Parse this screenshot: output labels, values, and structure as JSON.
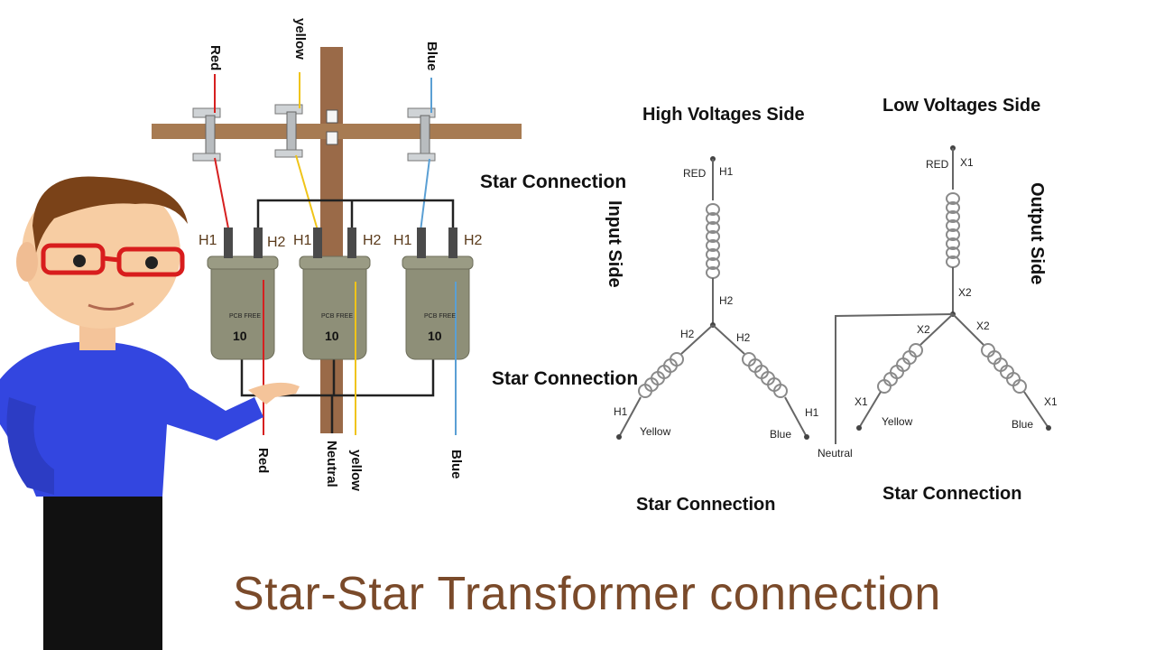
{
  "caption": "Star-Star Transformer connection",
  "colors": {
    "red": "#d62020",
    "yellow": "#f0c419",
    "blue": "#5a9fd4",
    "pole": "#9a6a48",
    "crossarm": "#a77b52",
    "tank": "#8e8f78",
    "caption": "#7a4a2a",
    "shirt": "#3346e0"
  },
  "pole_wires": {
    "top_red": "Red",
    "top_yellow": "yellow",
    "top_blue": "Blue",
    "bottom_red": "Red",
    "bottom_neutral": "Neutral",
    "bottom_yellow": "yellow",
    "bottom_blue": "Blue"
  },
  "transformers": [
    {
      "h1": "H1",
      "h2": "H2",
      "rating": "10",
      "tag": "PCB FREE"
    },
    {
      "h1": "H1",
      "h2": "H2",
      "rating": "10",
      "tag": "PCB FREE"
    },
    {
      "h1": "H1",
      "h2": "H2",
      "rating": "10",
      "tag": "PCB FREE"
    }
  ],
  "labels": {
    "star_connection_1": "Star Connection",
    "star_connection_2": "Star Connection",
    "input_side": "Input Side",
    "output_side": "Output Side"
  },
  "high_side": {
    "title": "High Voltages Side",
    "top_phase": "RED",
    "top_term": "H1",
    "center_term": "H2",
    "left_center": "H2",
    "right_center": "H2",
    "left_end": "H1",
    "right_end": "H1",
    "left_phase": "Yellow",
    "right_phase": "Blue",
    "caption": "Star Connection"
  },
  "low_side": {
    "title": "Low Voltages Side",
    "top_phase": "RED",
    "top_term": "X1",
    "center_term": "X2",
    "left_center": "X2",
    "right_center": "X2",
    "left_end": "X1",
    "right_end": "X1",
    "left_phase": "Yellow",
    "right_phase": "Blue",
    "neutral": "Neutral",
    "caption": "Star Connection"
  }
}
